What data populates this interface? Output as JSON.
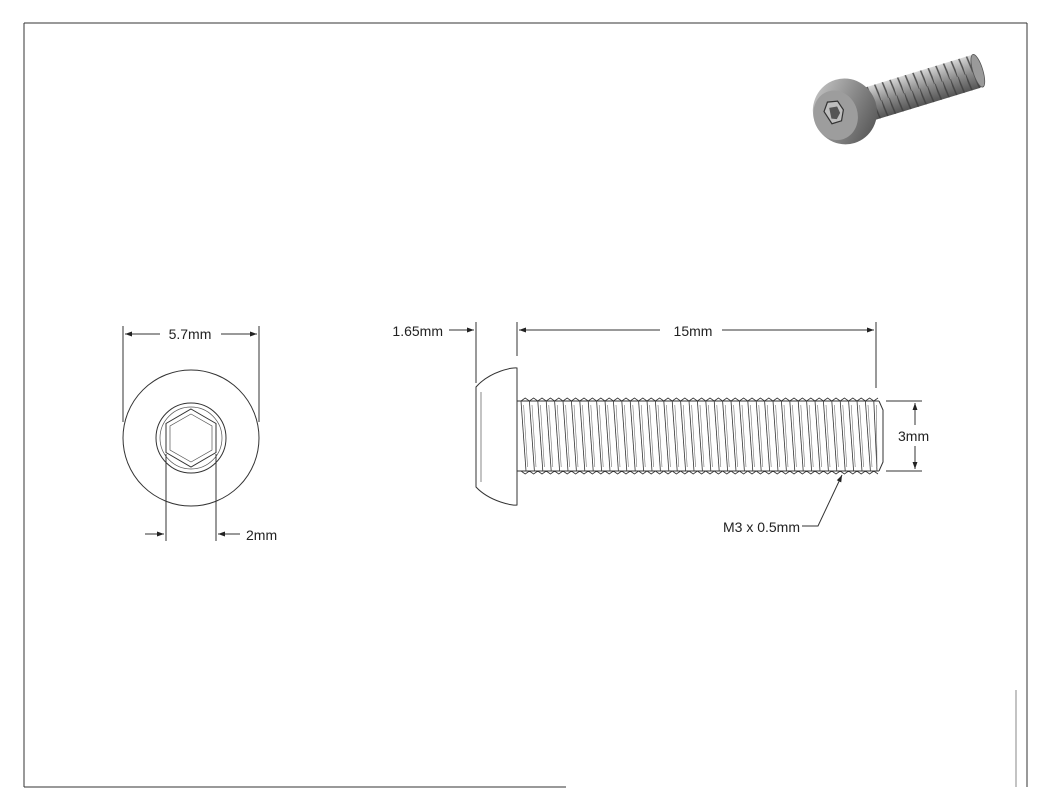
{
  "drawing": {
    "type": "technical-drawing",
    "subject_icon": "button-head-hex-socket-screw-icon",
    "dimensions": {
      "head_diameter": "5.7mm",
      "socket_size": "2mm",
      "head_height": "1.65mm",
      "length": "15mm",
      "thread_diameter": "3mm",
      "thread_callout": "M3 x 0.5mm"
    },
    "colors": {
      "line": "#333333",
      "shaded_body": "#6e6e6e",
      "shaded_highlight": "#bdbdbd"
    }
  }
}
